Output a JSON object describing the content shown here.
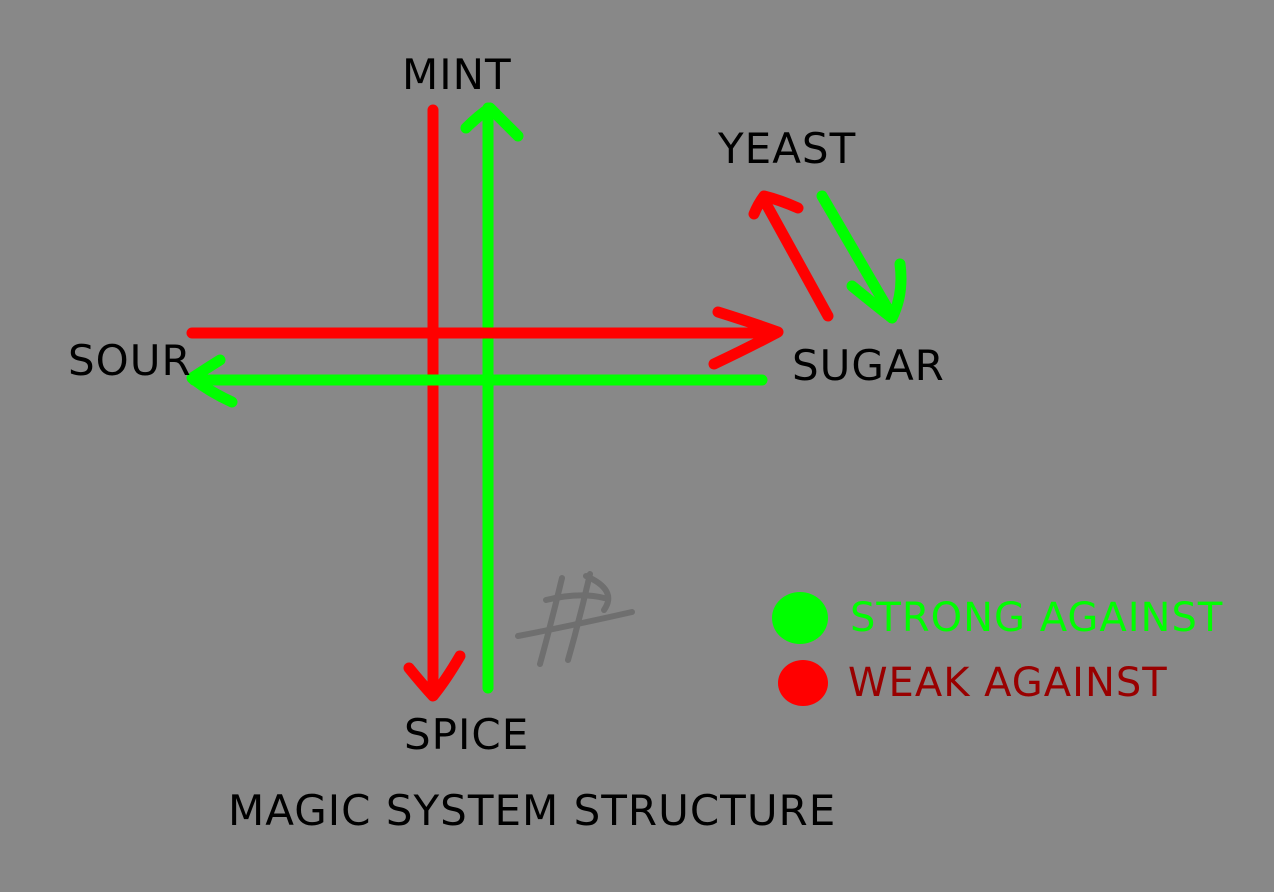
{
  "colors": {
    "background": "#888888",
    "strong": "#00ff00",
    "weak": "#ff0000",
    "weak_text": "#990000",
    "label": "#000000",
    "signature": "#6f6f6f"
  },
  "nodes": {
    "mint": "MINT",
    "yeast": "YEAST",
    "sour": "SOUR",
    "sugar": "SUGAR",
    "spice": "SPICE"
  },
  "title": "MAGIC SYSTEM STRUCTURE",
  "legend": {
    "strong_label": "STRONG AGAINST",
    "weak_label": "WEAK AGAINST"
  },
  "relations": [
    {
      "from": "SPICE",
      "to": "MINT",
      "type": "strong"
    },
    {
      "from": "MINT",
      "to": "SPICE",
      "type": "weak"
    },
    {
      "from": "SOUR",
      "to": "SUGAR",
      "type": "weak"
    },
    {
      "from": "SUGAR",
      "to": "SOUR",
      "type": "strong"
    },
    {
      "from": "SUGAR",
      "to": "YEAST",
      "type": "weak"
    },
    {
      "from": "YEAST",
      "to": "SUGAR",
      "type": "strong"
    }
  ]
}
